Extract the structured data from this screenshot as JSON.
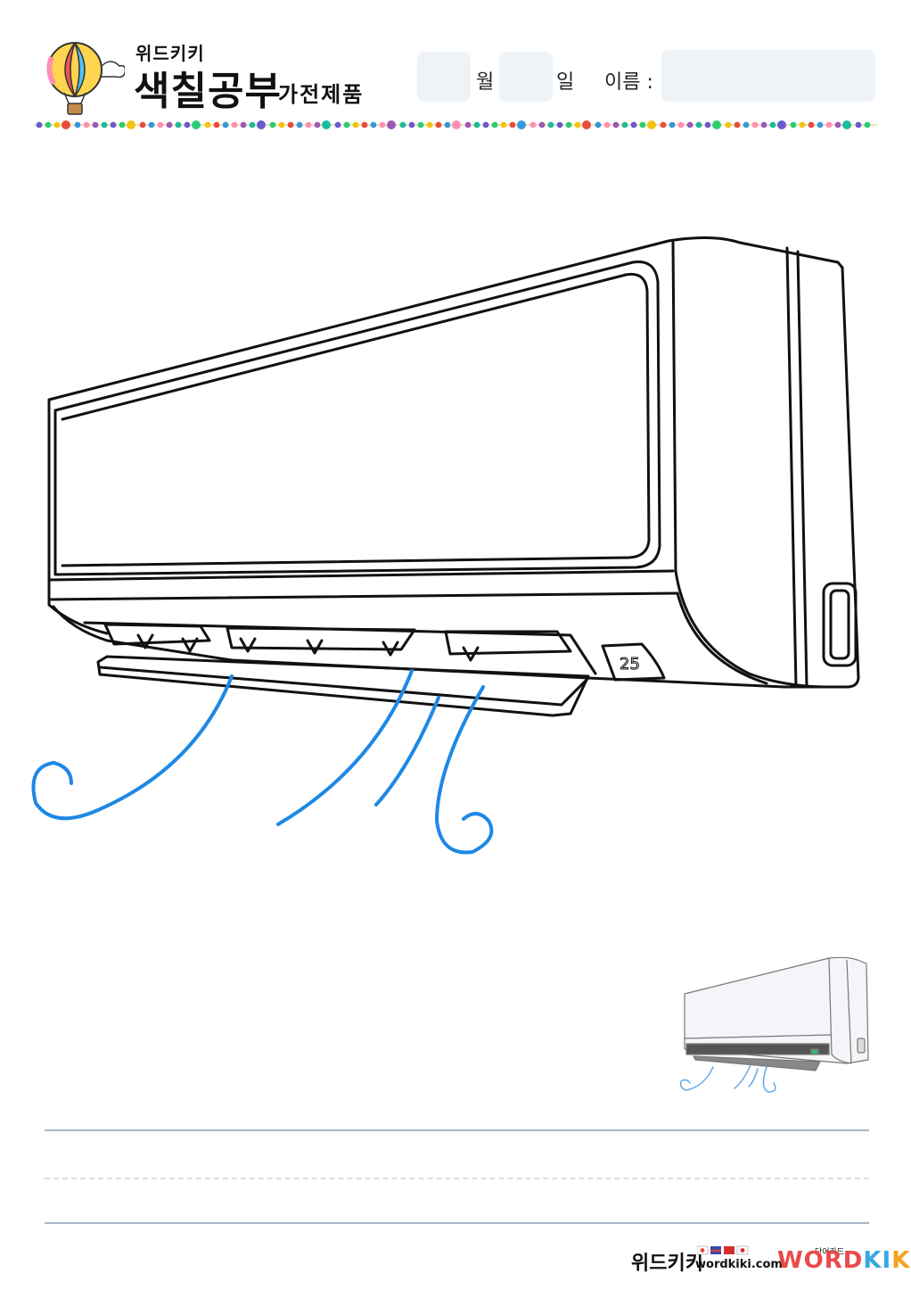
{
  "header": {
    "brand_small": "위드키키",
    "brand_big": "색칠공부",
    "category": "가전제품",
    "month_label": "월",
    "day_label": "일",
    "name_label": "이름 :",
    "month_value": "",
    "day_value": "",
    "name_value": ""
  },
  "drawing": {
    "display_number": "25",
    "line_color": "#111111",
    "wind_color": "#1e88e5"
  },
  "preview": {
    "subject": "air-conditioner"
  },
  "footer": {
    "brand": "위드키키",
    "url": "wordkiki.com",
    "dict_label": "단어카드",
    "logo_word": "WORD",
    "logo_ki1": "KI",
    "logo_ki2": "KI"
  },
  "colors": {
    "dot_palette": [
      "#6a5acd",
      "#2ecc71",
      "#f1c40f",
      "#e74c3c",
      "#3498db",
      "#ff8fb1",
      "#9b59b6",
      "#1abc9c"
    ],
    "input_box": "#eef3f8",
    "rule_line": "#aab6c4"
  }
}
